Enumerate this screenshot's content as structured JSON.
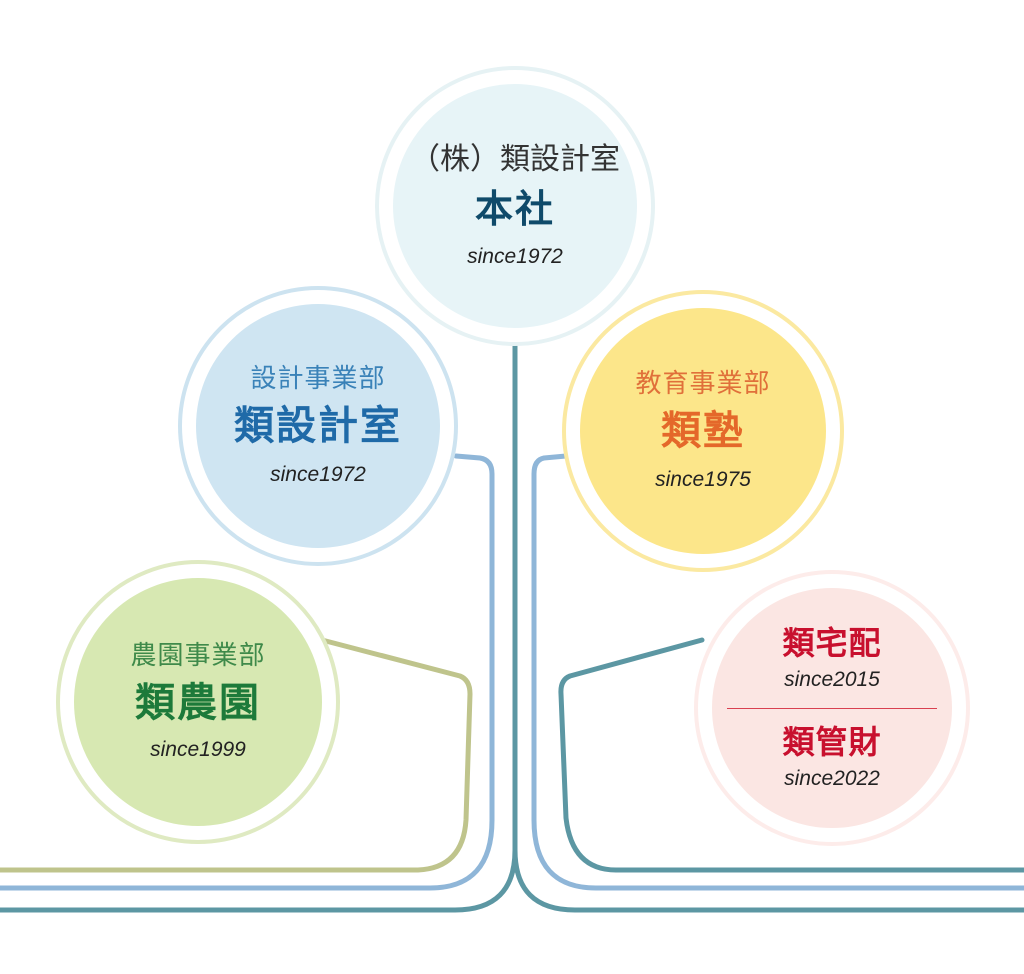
{
  "nodes": {
    "hq": {
      "company": "（株）類設計室",
      "name": "本社",
      "since": "since1972"
    },
    "design": {
      "division": "設計事業部",
      "name": "類設計室",
      "since": "since1972"
    },
    "education": {
      "division": "教育事業部",
      "name": "類塾",
      "since": "since1975"
    },
    "farming": {
      "division": "農園事業部",
      "name": "類農園",
      "since": "since1999"
    },
    "home": {
      "delivery_name": "類宅配",
      "delivery_since": "since2015",
      "property_name": "類管財",
      "property_since": "since2022"
    }
  },
  "colors": {
    "trunk": "#5c97a3",
    "design_branch": "#8fb6d8",
    "farm_branch": "#bfc48c",
    "home_branch": "#5c97a3"
  }
}
